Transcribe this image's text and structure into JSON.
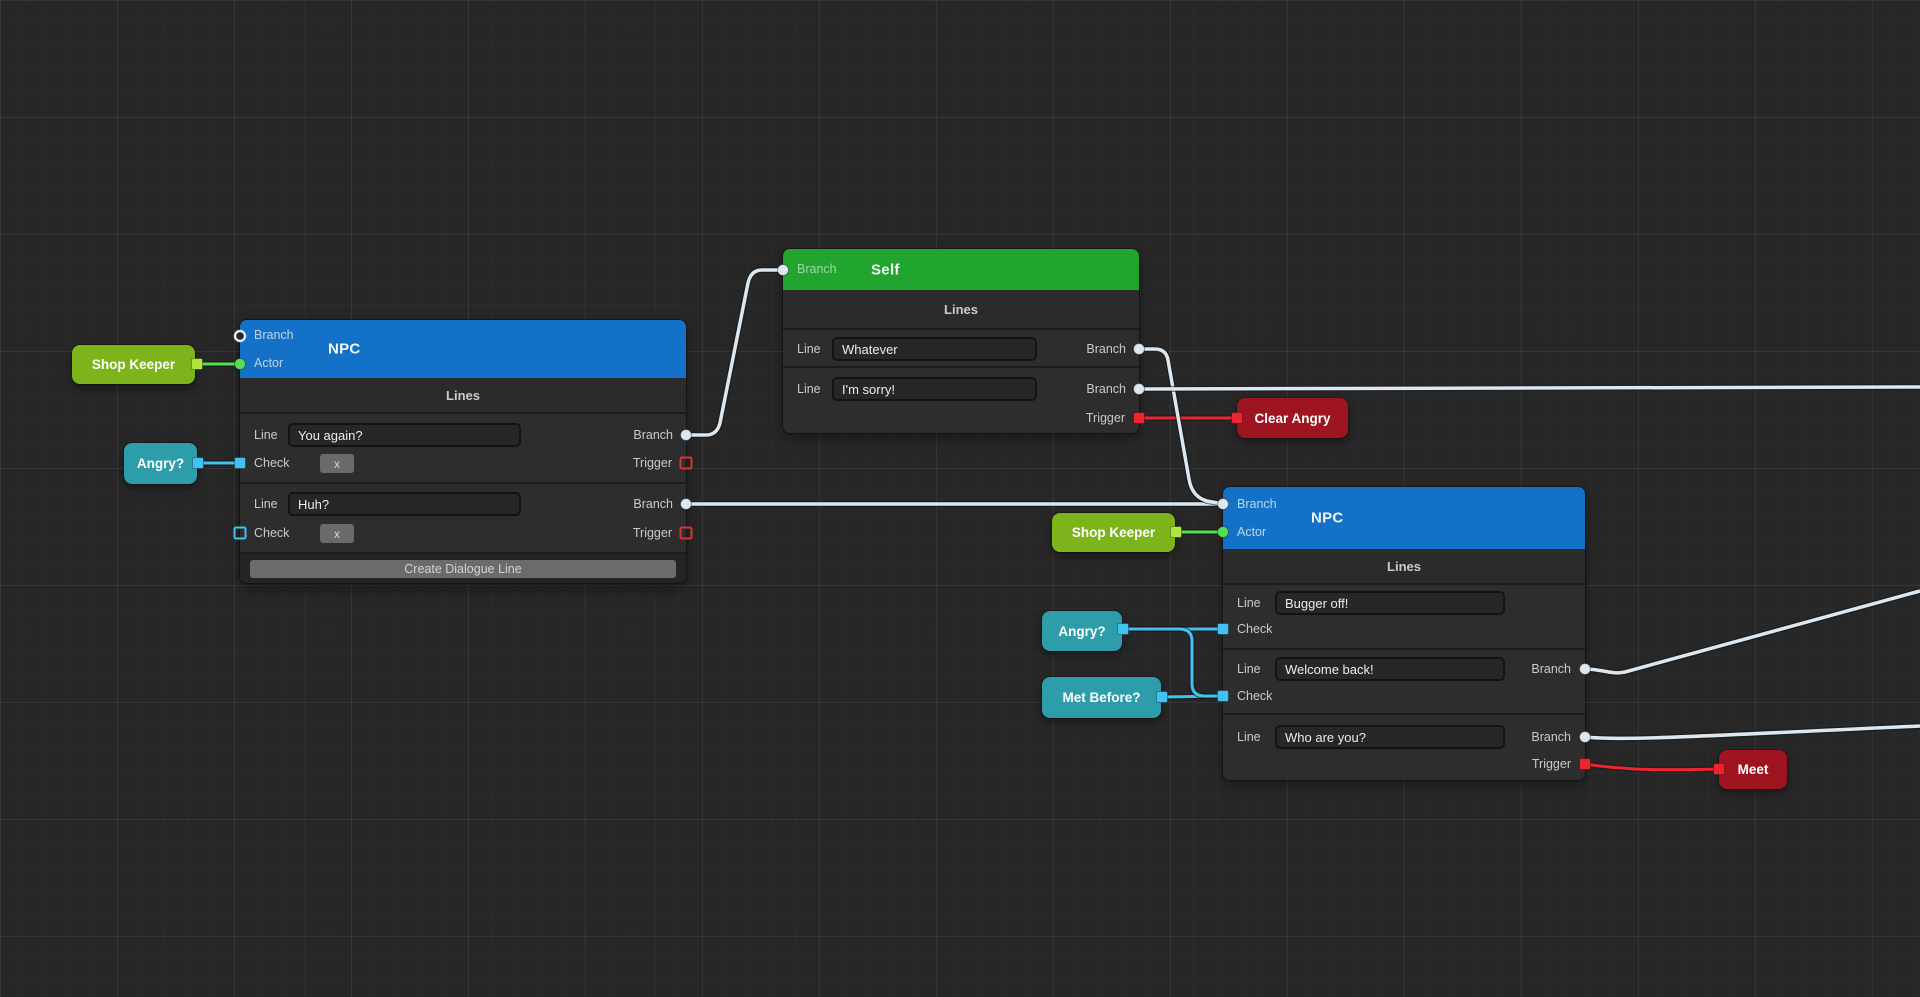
{
  "colors": {
    "canvas_bg": "#272727",
    "node_body": "#2D2D2D",
    "node_section": "#2B2B2B",
    "node_footer": "#242424",
    "separator": "#1C1C1C",
    "header_blue": "#1371C8",
    "header_green": "#21A52F",
    "actor_green": "#7DB41C",
    "check_teal": "#2C9DA9",
    "trigger_dark_red": "#9E1420",
    "edge_white": "#DDE7EF",
    "edge_green": "#55DF55",
    "edge_cyan": "#41C2F0",
    "edge_red": "#EE2531",
    "port_lime": "#B0E63C",
    "label_gray": "#C8CBCE",
    "input_bg": "#272727",
    "button_gray": "#6A6A6A"
  },
  "nodes": {
    "shop_keeper_1": {
      "title": "Shop Keeper"
    },
    "shop_keeper_2": {
      "title": "Shop Keeper"
    },
    "angry_1": {
      "title": "Angry?"
    },
    "angry_2": {
      "title": "Angry?"
    },
    "met_before": {
      "title": "Met Before?"
    },
    "clear_angry": {
      "title": "Clear Angry"
    },
    "meet": {
      "title": "Meet"
    },
    "npc_1": {
      "title": "NPC",
      "section": "Lines",
      "inputs": {
        "branch": "Branch",
        "actor": "Actor"
      },
      "rows": [
        {
          "line": "Line",
          "value": "You again?",
          "branch": "Branch",
          "check": "Check",
          "clear": "x",
          "trigger": "Trigger"
        },
        {
          "line": "Line",
          "value": "Huh?",
          "branch": "Branch",
          "check": "Check",
          "clear": "x",
          "trigger": "Trigger"
        }
      ],
      "create_button": "Create Dialogue Line"
    },
    "self": {
      "title": "Self",
      "section": "Lines",
      "inputs": {
        "branch": "Branch"
      },
      "rows": [
        {
          "line": "Line",
          "value": "Whatever",
          "branch": "Branch"
        },
        {
          "line": "Line",
          "value": "I'm sorry!",
          "branch": "Branch",
          "trigger": "Trigger"
        }
      ]
    },
    "npc_2": {
      "title": "NPC",
      "section": "Lines",
      "inputs": {
        "branch": "Branch",
        "actor": "Actor"
      },
      "rows": [
        {
          "line": "Line",
          "value": "Bugger off!",
          "check": "Check"
        },
        {
          "line": "Line",
          "value": "Welcome back!",
          "branch": "Branch",
          "check": "Check"
        },
        {
          "line": "Line",
          "value": "Who are you?",
          "branch": "Branch",
          "trigger": "Trigger"
        }
      ]
    }
  }
}
